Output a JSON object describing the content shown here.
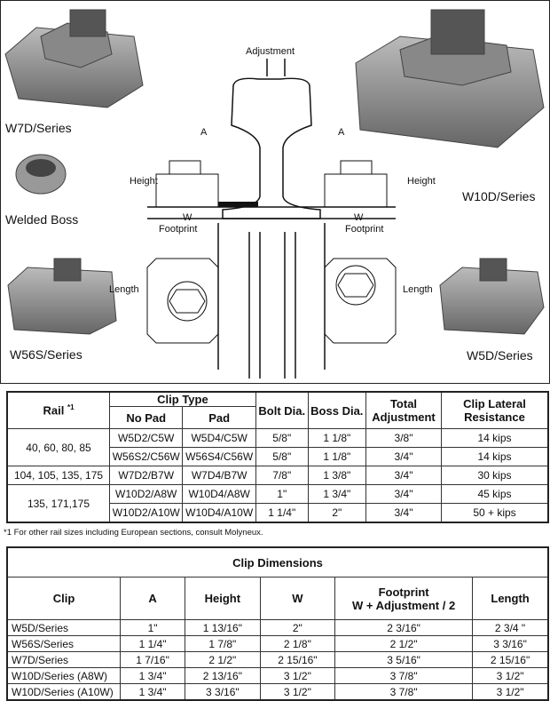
{
  "figure": {
    "labels": {
      "w7d": "W7D/Series",
      "boss": "Welded  Boss",
      "w56s": "W56S/Series",
      "w10d": "W10D/Series",
      "w5d": "W5D/Series",
      "adjustment": "Adjustment",
      "a": "A",
      "height": "Height",
      "w": "W",
      "footprint": "Footprint",
      "length": "Length"
    }
  },
  "table1": {
    "headers": {
      "rail": "Rail",
      "rail_note": "*1",
      "clip_type": "Clip Type",
      "no_pad": "No Pad",
      "pad": "Pad",
      "bolt": "Bolt Dia.",
      "boss": "Boss Dia.",
      "adj": "Total Adjustment",
      "lat": "Clip Lateral Resistance"
    },
    "groups": [
      "40, 60, 80, 85",
      "104, 105, 135, 175",
      "135, 171,175"
    ],
    "rows": [
      [
        "W5D2/C5W",
        "W5D4/C5W",
        "5/8\"",
        "1 1/8\"",
        "3/8\"",
        "14 kips"
      ],
      [
        "W56S2/C56W",
        "W56S4/C56W",
        "5/8\"",
        "1 1/8\"",
        "3/4\"",
        "14 kips"
      ],
      [
        "W7D2/B7W",
        "W7D4/B7W",
        "7/8\"",
        "1 3/8\"",
        "3/4\"",
        "30 kips"
      ],
      [
        "W10D2/A8W",
        "W10D4/A8W",
        "1\"",
        "1 3/4\"",
        "3/4\"",
        "45 kips"
      ],
      [
        "W10D2/A10W",
        "W10D4/A10W",
        "1 1/4\"",
        "2\"",
        "3/4\"",
        "50 + kips"
      ]
    ]
  },
  "footnote": "*1  For other rail sizes including European sections, consult Molyneux.",
  "table2": {
    "title": "Clip Dimensions",
    "headers": [
      "Clip",
      "A",
      "Height",
      "W",
      "Footprint",
      "W + Adjustment / 2",
      "Length"
    ],
    "rows": [
      [
        "W5D/Series",
        "1\"",
        "1 13/16\"",
        "2\"",
        "2 3/16\"",
        "2 3/4 \""
      ],
      [
        "W56S/Series",
        "1 1/4\"",
        "1 7/8\"",
        "2 1/8\"",
        "2 1/2\"",
        "3 3/16\""
      ],
      [
        "W7D/Series",
        "1 7/16\"",
        "2 1/2\"",
        "2 15/16\"",
        "3 5/16\"",
        "2 15/16\""
      ],
      [
        "W10D/Series (A8W)",
        "1 3/4\"",
        "2 13/16\"",
        "3 1/2\"",
        "3 7/8\"",
        "3 1/2\""
      ],
      [
        "W10D/Series (A10W)",
        "1 3/4\"",
        "3 3/16\"",
        "3 1/2\"",
        "3 7/8\"",
        "3 1/2\""
      ]
    ]
  }
}
